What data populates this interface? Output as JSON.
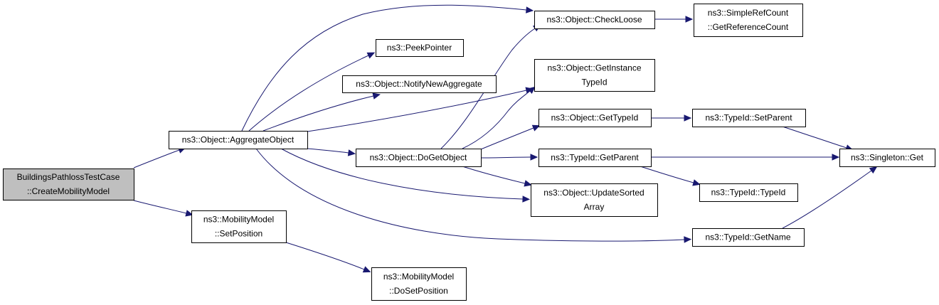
{
  "diagram": {
    "type": "call-graph",
    "colors": {
      "edge": "#191970",
      "root_fill": "#bfbfbf",
      "node_fill": "#ffffff",
      "node_border": "#000000"
    },
    "nodes": [
      {
        "id": "root",
        "lines": [
          "BuildingsPathlossTestCase",
          "::CreateMobilityModel"
        ],
        "root": true
      },
      {
        "id": "aggregate",
        "lines": [
          "ns3::Object::AggregateObject"
        ]
      },
      {
        "id": "setpos",
        "lines": [
          "ns3::MobilityModel",
          "::SetPosition"
        ]
      },
      {
        "id": "checkloose",
        "lines": [
          "ns3::Object::CheckLoose"
        ]
      },
      {
        "id": "peek",
        "lines": [
          "ns3::PeekPointer"
        ]
      },
      {
        "id": "notify",
        "lines": [
          "ns3::Object::NotifyNewAggregate"
        ]
      },
      {
        "id": "getinst",
        "lines": [
          "ns3::Object::GetInstance",
          "TypeId"
        ]
      },
      {
        "id": "dogetobj",
        "lines": [
          "ns3::Object::DoGetObject"
        ]
      },
      {
        "id": "updsorted",
        "lines": [
          "ns3::Object::UpdateSorted",
          "Array"
        ]
      },
      {
        "id": "dosetpos",
        "lines": [
          "ns3::MobilityModel",
          "::DoSetPosition"
        ]
      },
      {
        "id": "simpleref",
        "lines": [
          "ns3::SimpleRefCount",
          "::GetReferenceCount"
        ]
      },
      {
        "id": "gettypeid",
        "lines": [
          "ns3::Object::GetTypeId"
        ]
      },
      {
        "id": "typeidgetparent",
        "lines": [
          "ns3::TypeId::GetParent"
        ]
      },
      {
        "id": "setparent",
        "lines": [
          "ns3::TypeId::SetParent"
        ]
      },
      {
        "id": "typeidtypeid",
        "lines": [
          "ns3::TypeId::TypeId"
        ]
      },
      {
        "id": "getname",
        "lines": [
          "ns3::TypeId::GetName"
        ]
      },
      {
        "id": "singleton",
        "lines": [
          "ns3::Singleton::Get"
        ]
      }
    ],
    "edges": [
      {
        "from": "root",
        "to": "aggregate"
      },
      {
        "from": "root",
        "to": "setpos"
      },
      {
        "from": "aggregate",
        "to": "checkloose"
      },
      {
        "from": "aggregate",
        "to": "peek"
      },
      {
        "from": "aggregate",
        "to": "notify"
      },
      {
        "from": "aggregate",
        "to": "getinst"
      },
      {
        "from": "aggregate",
        "to": "dogetobj"
      },
      {
        "from": "aggregate",
        "to": "updsorted"
      },
      {
        "from": "aggregate",
        "to": "getname"
      },
      {
        "from": "setpos",
        "to": "dosetpos"
      },
      {
        "from": "checkloose",
        "to": "simpleref"
      },
      {
        "from": "dogetobj",
        "to": "checkloose"
      },
      {
        "from": "dogetobj",
        "to": "getinst"
      },
      {
        "from": "dogetobj",
        "to": "gettypeid"
      },
      {
        "from": "dogetobj",
        "to": "typeidgetparent"
      },
      {
        "from": "dogetobj",
        "to": "updsorted"
      },
      {
        "from": "gettypeid",
        "to": "setparent"
      },
      {
        "from": "typeidgetparent",
        "to": "singleton"
      },
      {
        "from": "typeidgetparent",
        "to": "typeidtypeid"
      },
      {
        "from": "setparent",
        "to": "singleton"
      },
      {
        "from": "getname",
        "to": "singleton"
      }
    ]
  }
}
